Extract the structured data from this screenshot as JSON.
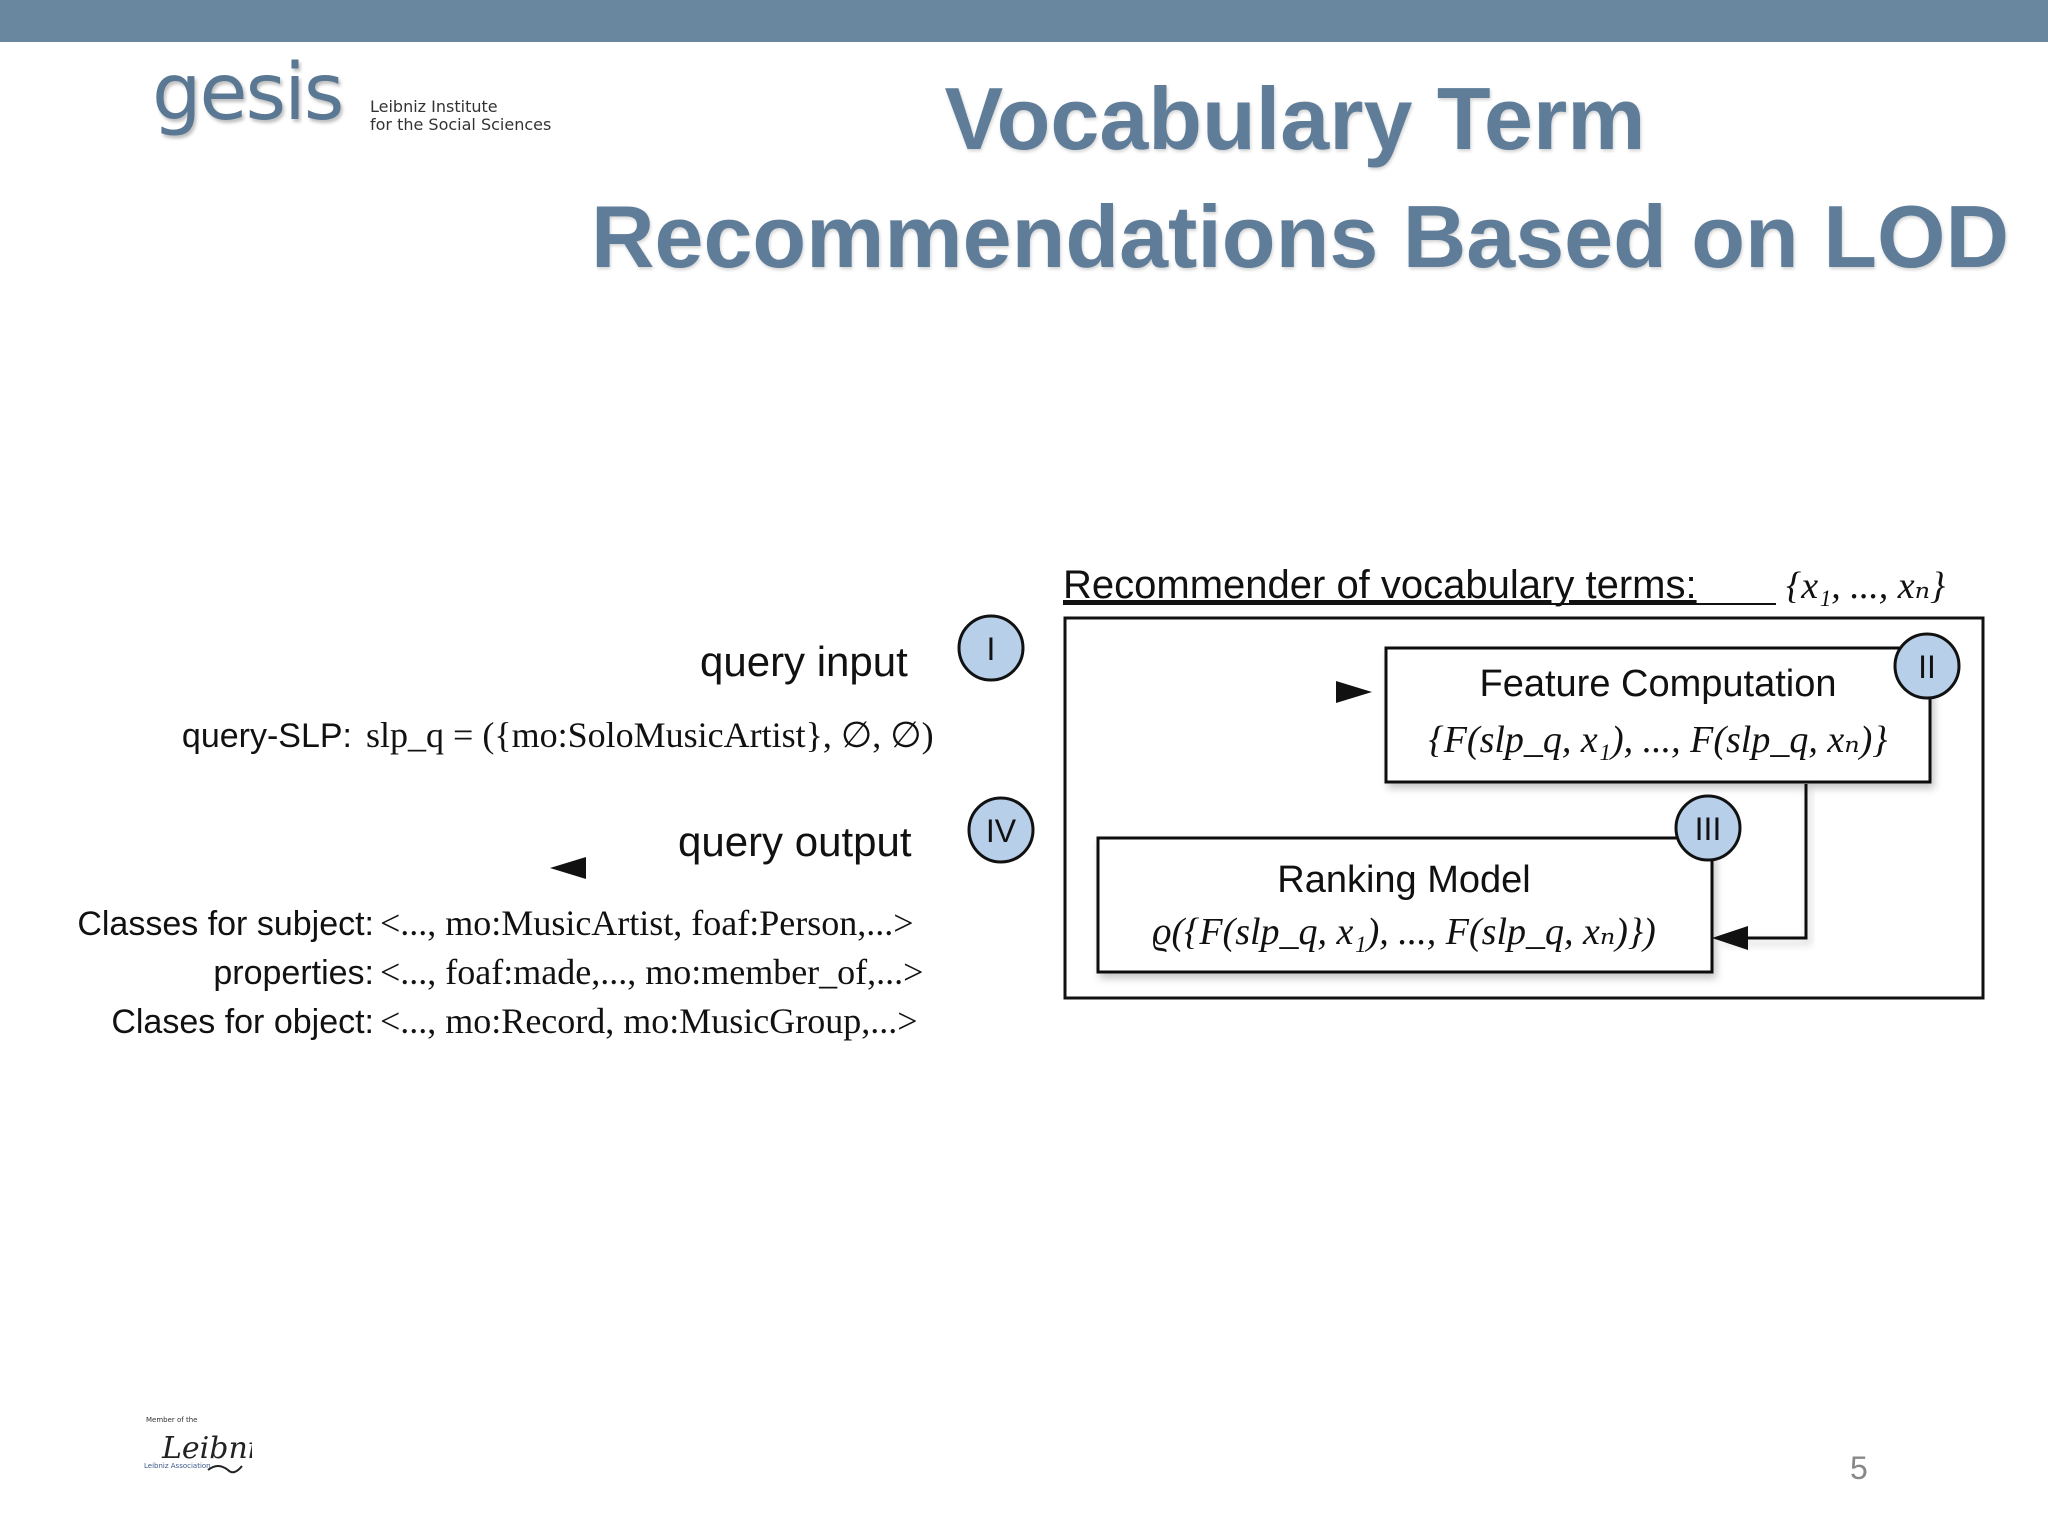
{
  "header": {
    "logo_text": "gesis",
    "logo_sub_line1": "Leibniz Institute",
    "logo_sub_line2": "for the Social Sciences"
  },
  "title": {
    "line1": "Vocabulary Term",
    "line2": "Recommendations Based on LOD"
  },
  "diagram": {
    "recommender_label": "Recommender of vocabulary terms:",
    "recommender_set": "{x₁, ..., xₙ}",
    "query_input_label": "query input",
    "query_output_label": "query output",
    "query_slp_label": "query-SLP:",
    "query_slp_formula": "slp_q = ({mo:SoloMusicArtist}, ∅, ∅)",
    "feature_title": "Feature Computation",
    "feature_formula": "{F(slp_q, x₁), ..., F(slp_q, xₙ)}",
    "ranking_title": "Ranking Model",
    "ranking_formula": "ϱ({F(slp_q, x₁), ..., F(slp_q, xₙ)})",
    "output_rows": [
      {
        "label": "Classes for subject:",
        "value": "<..., mo:MusicArtist, foaf:Person,...>"
      },
      {
        "label": "properties:",
        "value": "<..., foaf:made,..., mo:member_of,...>"
      },
      {
        "label": "Clases for object:",
        "value": "<..., mo:Record, mo:MusicGroup,...>"
      }
    ],
    "step_markers": [
      "I",
      "II",
      "III",
      "IV"
    ],
    "marker_color": "#b8cfe9"
  },
  "footer": {
    "leibniz_member": "Member of the",
    "leibniz_logo": "Leibniz",
    "leibniz_assoc": "Leibniz Association",
    "page_number": "5"
  },
  "colors": {
    "top_bar": "#6a87a0",
    "title": "#5f7d99"
  }
}
